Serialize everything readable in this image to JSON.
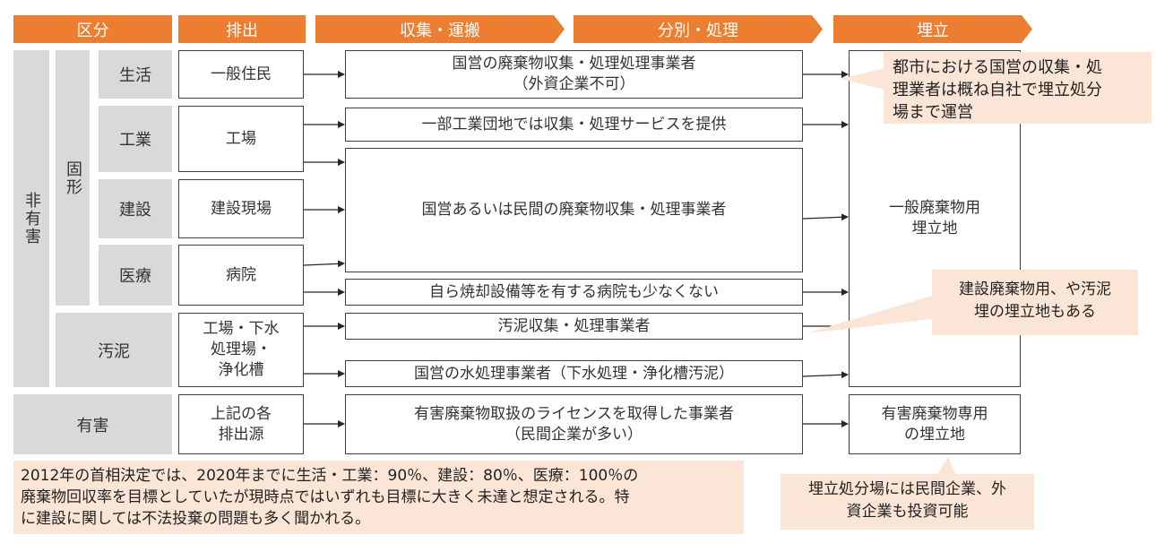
{
  "headers": {
    "category": "区分",
    "discharge": "排出",
    "collection": "収集・運搬",
    "sorting": "分別・処理",
    "landfill": "埋立"
  },
  "categories": {
    "non_hazardous": "非有害",
    "solid": "固形",
    "household": "生活",
    "industrial": "工業",
    "construction": "建設",
    "medical": "医療",
    "sludge": "汚泥",
    "hazardous": "有害"
  },
  "sources": {
    "household": "一般住民",
    "industrial": "工場",
    "construction": "建設現場",
    "medical": "病院",
    "sludge": "工場・下水\n処理場・\n浄化槽",
    "hazardous": "上記の各\n排出源"
  },
  "processors": {
    "state_household": "国営の廃棄物収集・処理処理事業者\n（外資企業不可）",
    "industrial_parks": "一部工業団地では収集・処理サービスを提供",
    "state_or_private": "国営あるいは民間の廃棄物収集・処理事業者",
    "hospitals_incinerators": "自ら焼却設備等を有する病院も少なくない",
    "sludge_collectors": "汚泥収集・処理事業者",
    "state_water": "国営の水処理事業者（下水処理・浄化槽汚泥）",
    "hazardous_licensed": "有害廃棄物取扱のライセンスを取得した事業者\n（民間企業が多い）"
  },
  "landfills": {
    "general": "一般廃棄物用\n埋立地",
    "hazardous": "有害廃棄物専用\nの埋立地"
  },
  "notes": {
    "urban_state": "都市における国営の収集・処\n理業者は概ね自社で埋立処分\n場まで運営",
    "construction_sludge": "建設廃棄物用、や汚泥\n埋の埋立地もある",
    "target_2012": "2012年の首相決定では、2020年までに生活・工業：90％、建設：80％、医療：100％の\n廃棄物回収率を目標としていたが現時点ではいずれも目標に大きく未達と想定される。特\nに建設に関しては不法投棄の問題も多く聞かれる。",
    "private_investment": "埋立処分場には民間企業、外\n資企業も投資可能"
  },
  "colors": {
    "header_orange": "#ED7D31",
    "gray_fill": "#D9D9D9",
    "note_fill": "#FBE5D6",
    "line": "#404040"
  }
}
